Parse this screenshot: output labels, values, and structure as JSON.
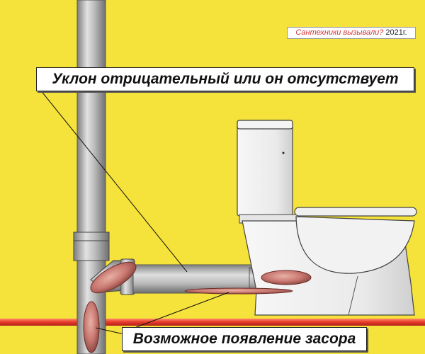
{
  "callouts": {
    "top": "Уклон отрицательный или он отсутствует",
    "bottom": "Возможное появление засора"
  },
  "watermark": {
    "text": "Сантехники вызывали?",
    "year": "2021г."
  },
  "colors": {
    "background": "#f5e23a",
    "pipe": "#b5b5b5",
    "blockage": "#c97870",
    "heating_pipe": "#e53a2a",
    "toilet": "#eeeeee"
  }
}
